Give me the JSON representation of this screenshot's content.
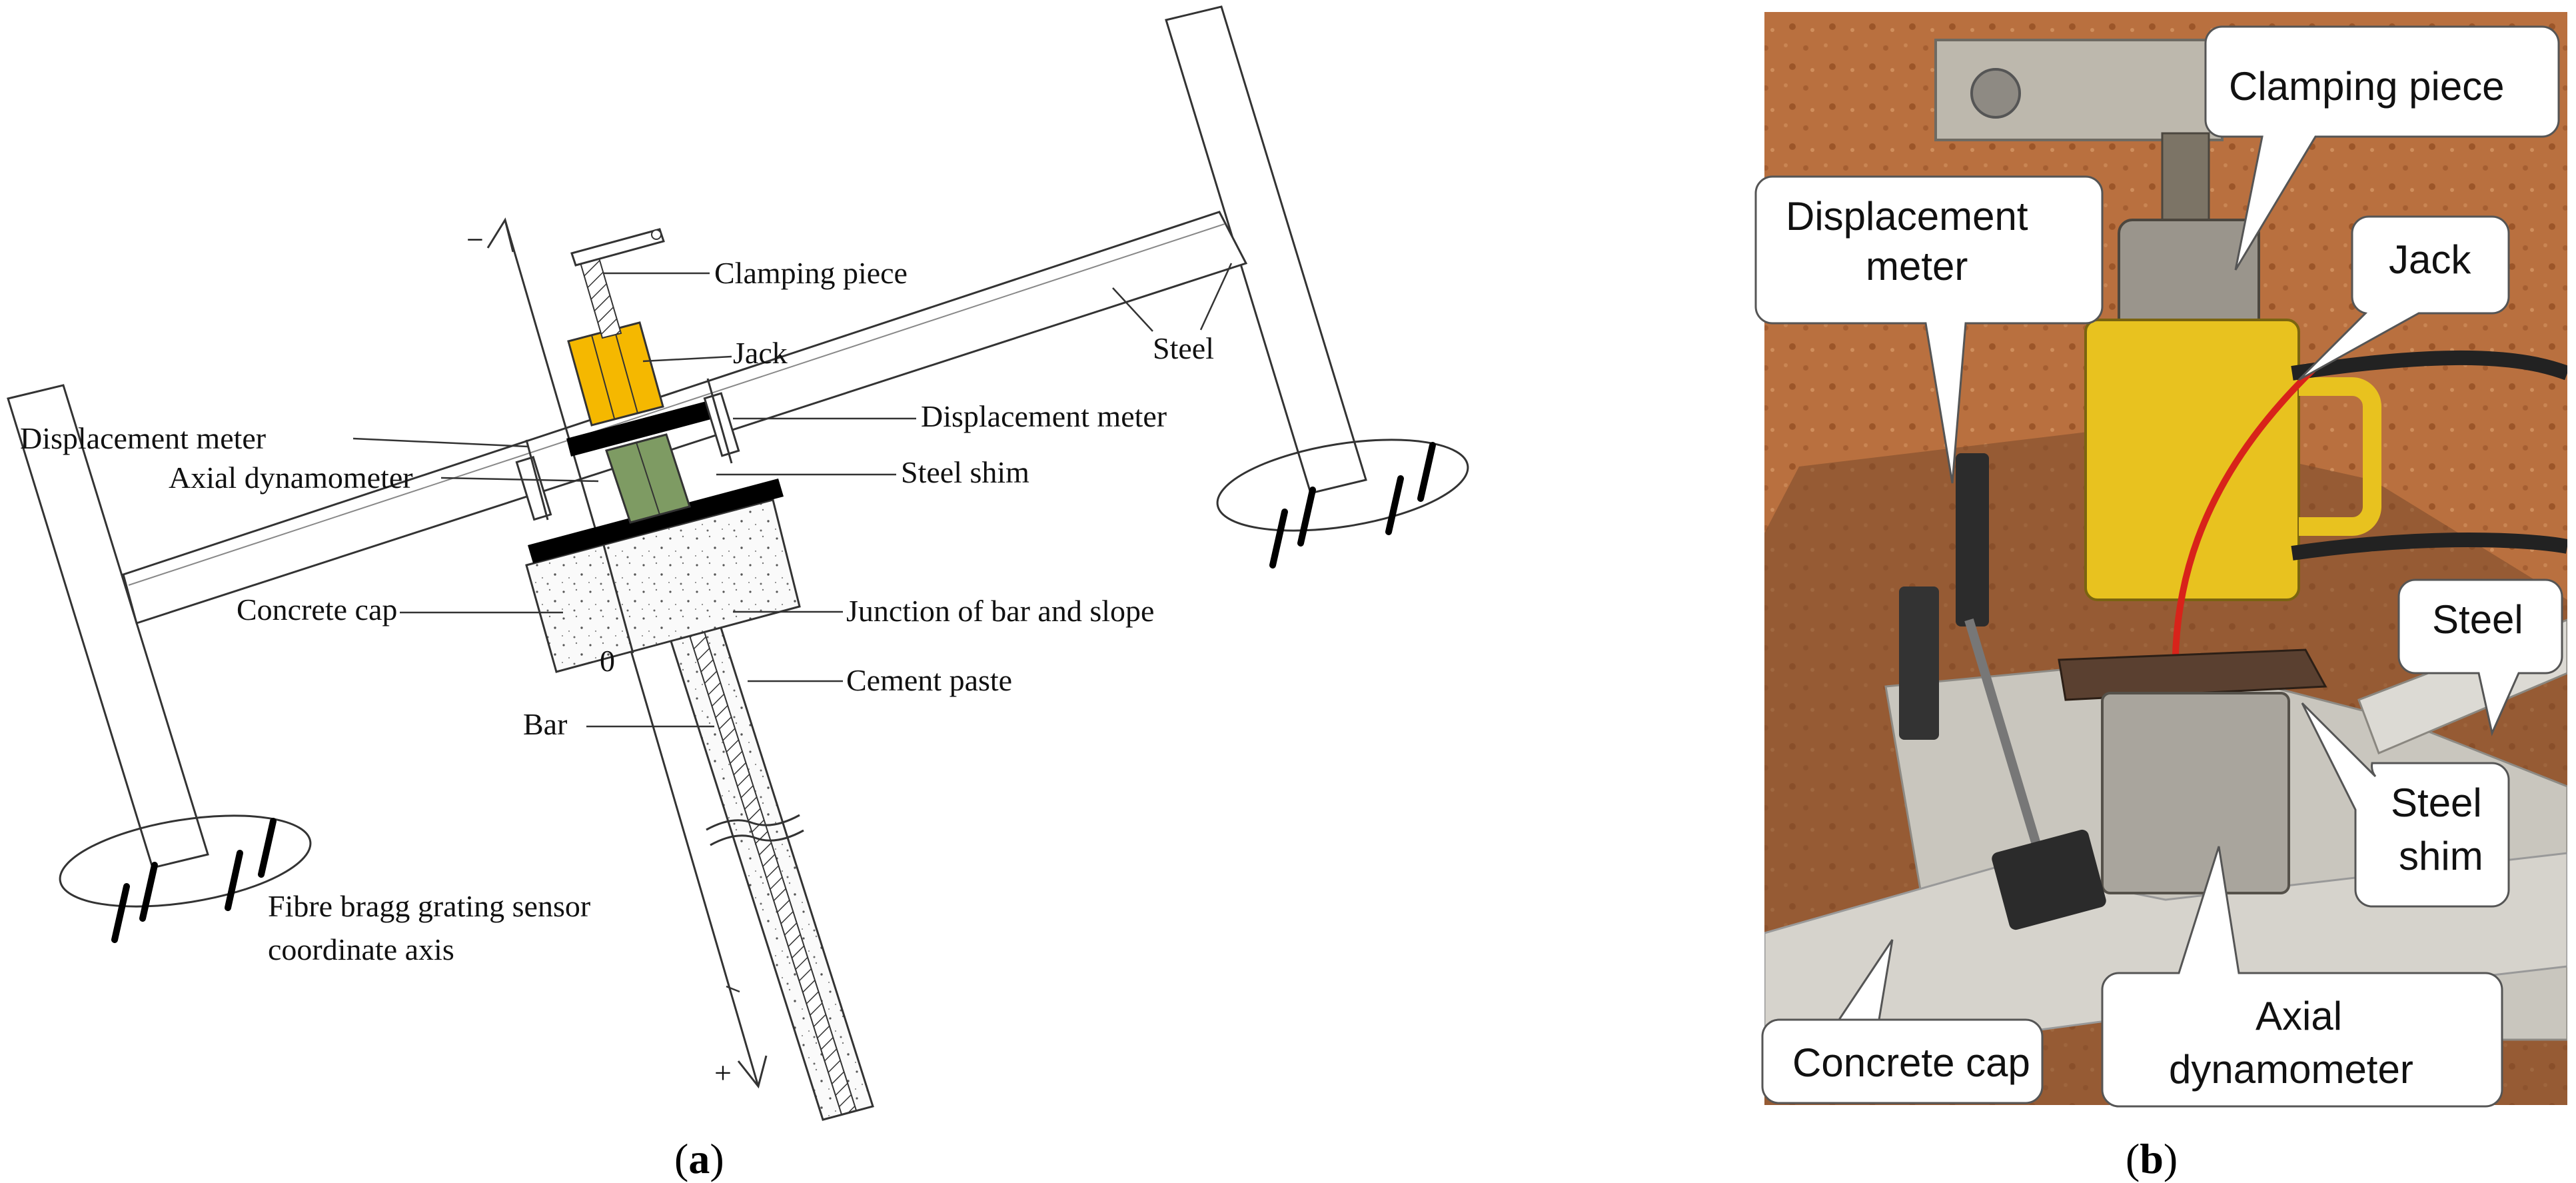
{
  "panel_a": {
    "caption_open": "(",
    "caption_letter": "a",
    "caption_close": ")",
    "labels": {
      "clamping_piece": "Clamping piece",
      "jack": "Jack",
      "steel": "Steel",
      "displacement_meter_left": "Displacement meter",
      "displacement_meter_right": "Displacement meter",
      "axial_dynamometer": "Axial dynamometer",
      "steel_shim": "Steel shim",
      "concrete_cap": "Concrete cap",
      "junction": "Junction of bar and slope",
      "cement_paste": "Cement paste",
      "bar": "Bar",
      "fbg_line1": "Fibre bragg grating sensor",
      "fbg_line2": "coordinate axis",
      "axis_minus": "−",
      "axis_plus": "+",
      "axis_zero": "0"
    },
    "colors": {
      "jack": "#F5B800",
      "dynamometer": "#7E9B63",
      "shim": "#000000"
    }
  },
  "panel_b": {
    "caption_open": "(",
    "caption_letter": "b",
    "caption_close": ")",
    "labels": {
      "clamping_piece": "Clamping piece",
      "displacement_meter_line1": "Displacement",
      "displacement_meter_line2": "meter",
      "jack": "Jack",
      "steel": "Steel",
      "steel_shim_line1": "Steel",
      "steel_shim_line2": "shim",
      "concrete_cap": "Concrete cap",
      "axial_dyn_line1": "Axial",
      "axial_dyn_line2": "dynamometer"
    },
    "colors": {
      "soil": "#B9703F",
      "jack": "#E8C21F",
      "hose": "#D8231A",
      "concrete": "#C9C6BE"
    }
  }
}
